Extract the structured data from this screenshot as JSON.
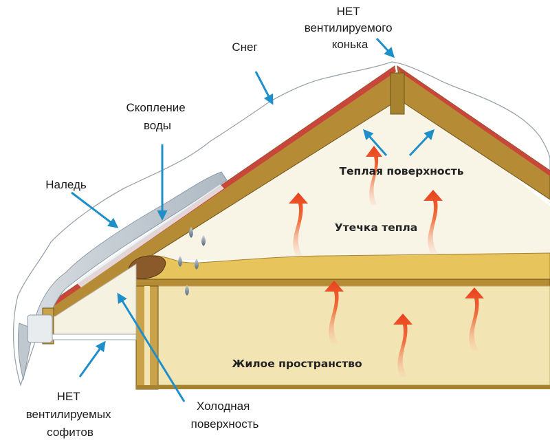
{
  "labels": {
    "no_ridge": [
      "НЕТ",
      "вентилируемого",
      "конька"
    ],
    "snow": "Снег",
    "water": [
      "Скопление",
      "воды"
    ],
    "ice": "Наледь",
    "warm_surface": "Теплая поверхность",
    "heat_leak": "Утечка тепла",
    "living_space": "Жилое пространство",
    "no_soffits": [
      "НЕТ",
      "вентилируемых",
      "софитов"
    ],
    "cold_surface": [
      "Холодная",
      "поверхность"
    ]
  },
  "colors": {
    "arrow": "#1f8fc9",
    "roof": "#c8463a",
    "wood": "#a7832f",
    "insulation": "#e7c45c",
    "attic": "#f8f4e6",
    "ice": "#c7cfd6",
    "heat": "#ef5a2a"
  }
}
